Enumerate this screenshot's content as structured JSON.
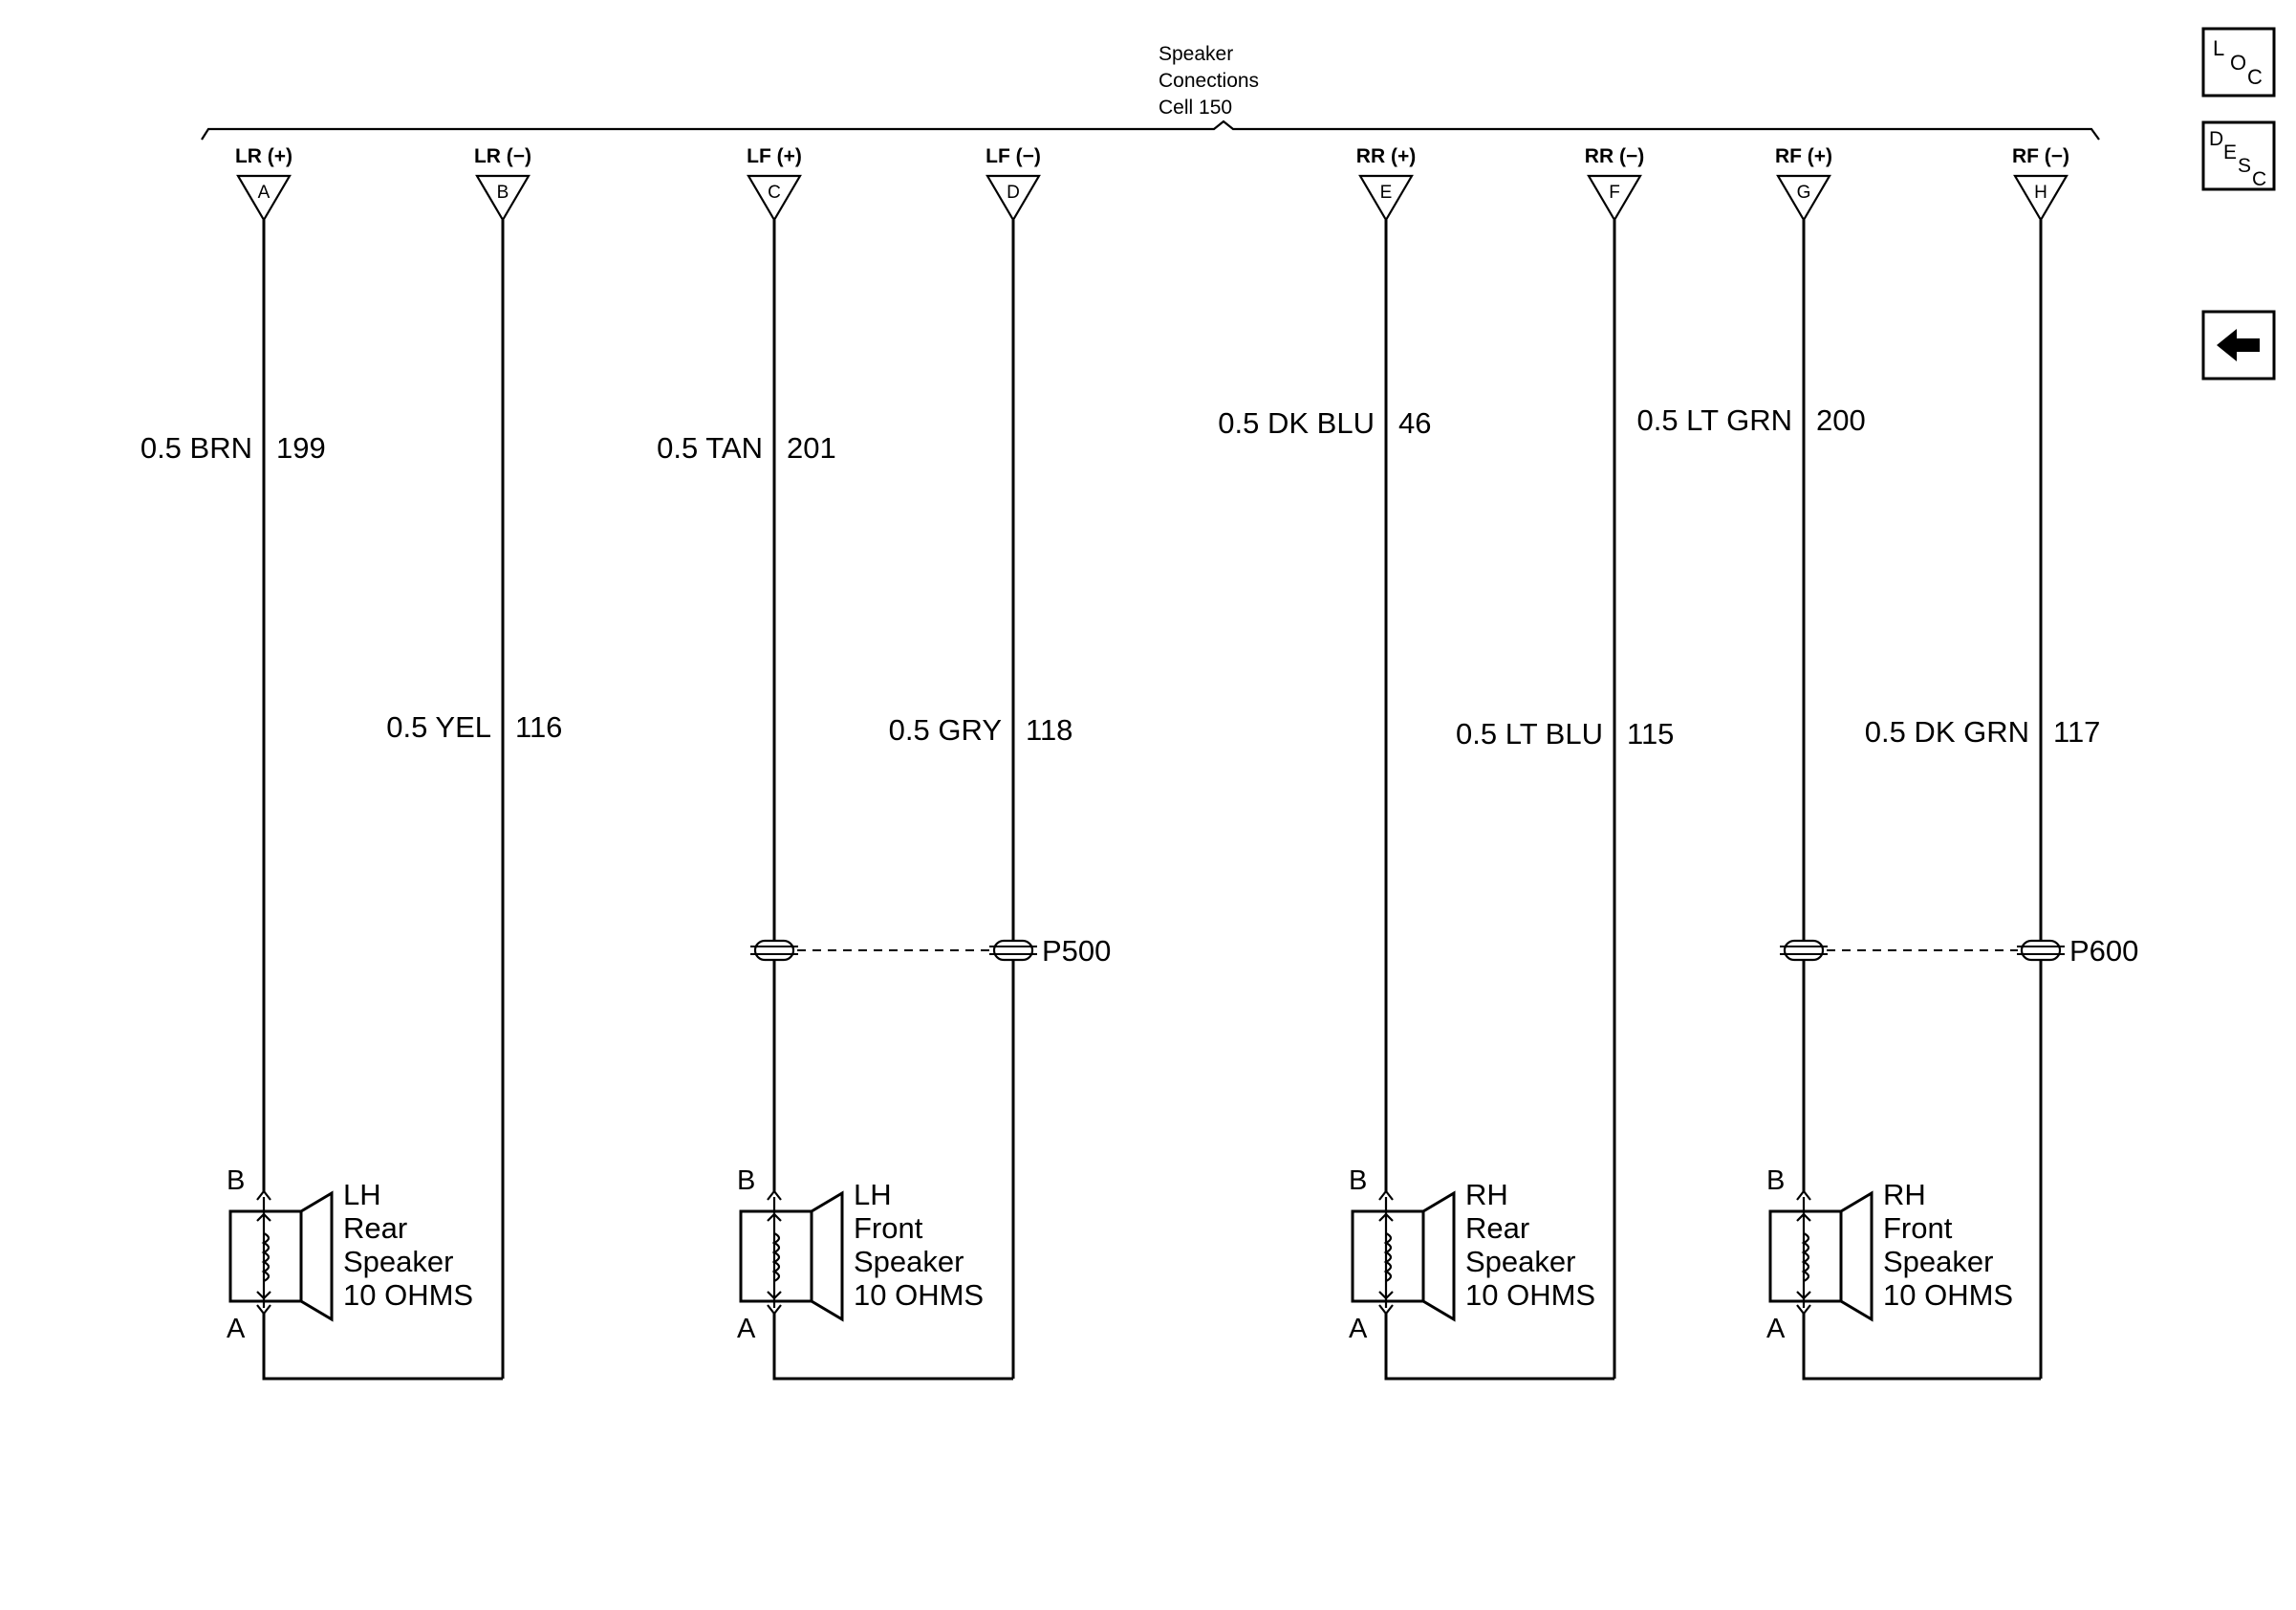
{
  "connector": {
    "header_lines": [
      "Speaker",
      "Conections",
      "Cell 150"
    ]
  },
  "pins": [
    {
      "id": "A",
      "label": "LR (+)"
    },
    {
      "id": "B",
      "label": "LR (−)"
    },
    {
      "id": "C",
      "label": "LF (+)"
    },
    {
      "id": "D",
      "label": "LF (−)"
    },
    {
      "id": "E",
      "label": "RR (+)"
    },
    {
      "id": "F",
      "label": "RR (−)"
    },
    {
      "id": "G",
      "label": "RF (+)"
    },
    {
      "id": "H",
      "label": "RF (−)"
    }
  ],
  "wires": [
    {
      "pin": "A",
      "color": "0.5 BRN",
      "circuit": "199"
    },
    {
      "pin": "B",
      "color": "0.5 YEL",
      "circuit": "116"
    },
    {
      "pin": "C",
      "color": "0.5 TAN",
      "circuit": "201"
    },
    {
      "pin": "D",
      "color": "0.5 GRY",
      "circuit": "118"
    },
    {
      "pin": "E",
      "color": "0.5 DK BLU",
      "circuit": "46"
    },
    {
      "pin": "F",
      "color": "0.5 LT BLU",
      "circuit": "115"
    },
    {
      "pin": "G",
      "color": "0.5 LT GRN",
      "circuit": "200"
    },
    {
      "pin": "H",
      "color": "0.5 DK GRN",
      "circuit": "117"
    }
  ],
  "splices": [
    {
      "name": "P500"
    },
    {
      "name": "P600"
    }
  ],
  "speakers": [
    {
      "lines": [
        "LH",
        "Rear",
        "Speaker",
        "10 OHMS"
      ],
      "terminal_top": "B",
      "terminal_bottom": "A"
    },
    {
      "lines": [
        "LH",
        "Front",
        "Speaker",
        "10 OHMS"
      ],
      "terminal_top": "B",
      "terminal_bottom": "A"
    },
    {
      "lines": [
        "RH",
        "Rear",
        "Speaker",
        "10 OHMS"
      ],
      "terminal_top": "B",
      "terminal_bottom": "A"
    },
    {
      "lines": [
        "RH",
        "Front",
        "Speaker",
        "10 OHMS"
      ],
      "terminal_top": "B",
      "terminal_bottom": "A"
    }
  ],
  "nav": {
    "loc": {
      "letters": [
        "L",
        "O",
        "C"
      ]
    },
    "desc": {
      "letters": [
        "D",
        "E",
        "S",
        "C"
      ]
    },
    "back": {
      "icon": "left-arrow-icon"
    }
  }
}
